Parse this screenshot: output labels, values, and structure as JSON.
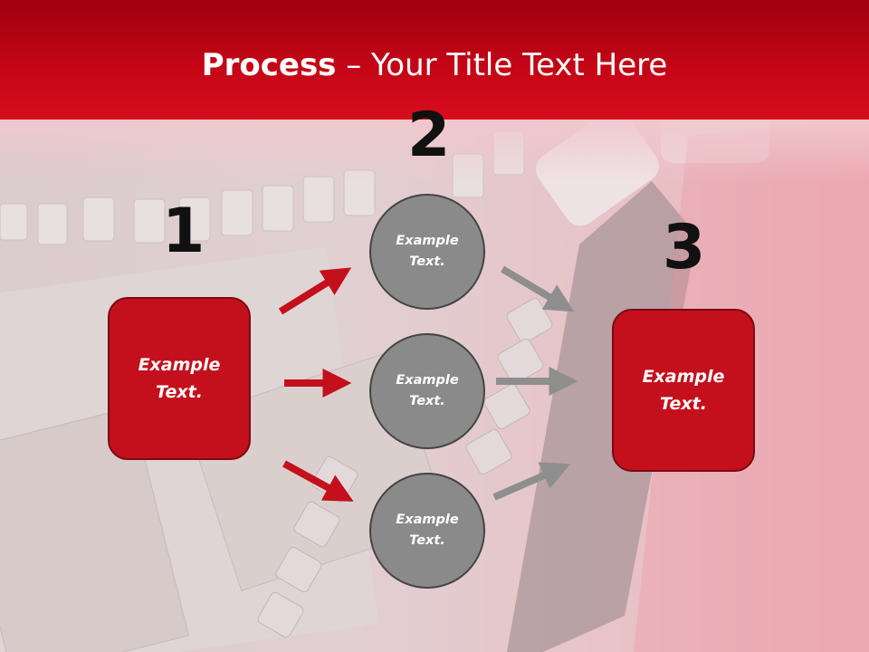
{
  "title": {
    "bold": "Process",
    "rest": " – Your Title Text Here"
  },
  "steps": [
    {
      "number": "1",
      "box": {
        "line1": "Example",
        "line2": "Text."
      }
    },
    {
      "number": "2",
      "circles": [
        {
          "line1": "Example",
          "line2": "Text."
        },
        {
          "line1": "Example",
          "line2": "Text."
        },
        {
          "line1": "Example",
          "line2": "Text."
        }
      ]
    },
    {
      "number": "3",
      "box": {
        "line1": "Example",
        "line2": "Text."
      }
    }
  ],
  "colors": {
    "header": "#c30616",
    "box": "#c4101c",
    "circle": "#8a8a8a",
    "arrow_red": "#c4101c",
    "arrow_gray": "#8e8e8e"
  }
}
